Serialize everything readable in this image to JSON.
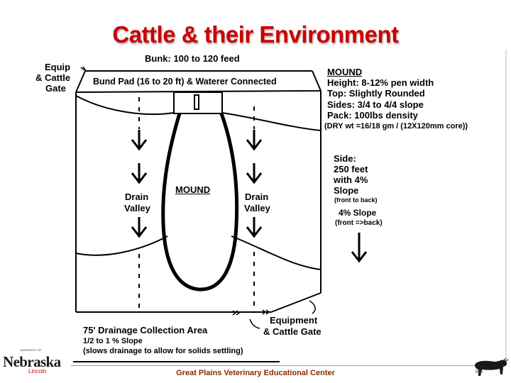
{
  "title": "Cattle & their Environment",
  "labels": {
    "bunk": "Bunk: 100 to 120 feed",
    "equip_top_line1": "Equip",
    "equip_top_line2": "& Cattle",
    "equip_top_line3": "Gate",
    "bund_pad": "Bund Pad (16 to 20 ft) & Waterer Connected",
    "mound_center": "MOUND",
    "drain_left_line1": "Drain",
    "drain_left_line2": "Valley",
    "drain_right_line1": "Drain",
    "drain_right_line2": "Valley",
    "equip_bottom_line1": "Equipment",
    "equip_bottom_line2": "& Cattle Gate",
    "drainage_area": "75' Drainage Collection Area",
    "slope_range": "1/2 to 1 % Slope",
    "slope_note": "(slows drainage to allow for solids settling)"
  },
  "mound_specs": {
    "heading": "MOUND",
    "height": "Height: 8-12% pen width",
    "top": "Top: Slightly Rounded",
    "sides": "Sides: 3/4 to 4/4 slope",
    "pack": "Pack: 100lbs density",
    "dry_wt": "(DRY wt =16/18 gm / (12X120mm core))"
  },
  "side_info": {
    "line1": "Side:",
    "line2": "250 feet",
    "line3": "with 4%",
    "line4": "Slope",
    "note1": "(front to back)",
    "slope_label": "4% Slope",
    "note2": "(front =>back)"
  },
  "footer": {
    "center_text": "Great Plains Veterinary Educational Center",
    "logo_name": "Nebraska",
    "logo_tiny": "UNIVERSITY OF",
    "logo_sub": "Lincoln",
    "page_number": "894"
  },
  "colors": {
    "title": "#cc0000",
    "footer_text": "#8a2b00",
    "logo_sub": "#cc0000"
  }
}
